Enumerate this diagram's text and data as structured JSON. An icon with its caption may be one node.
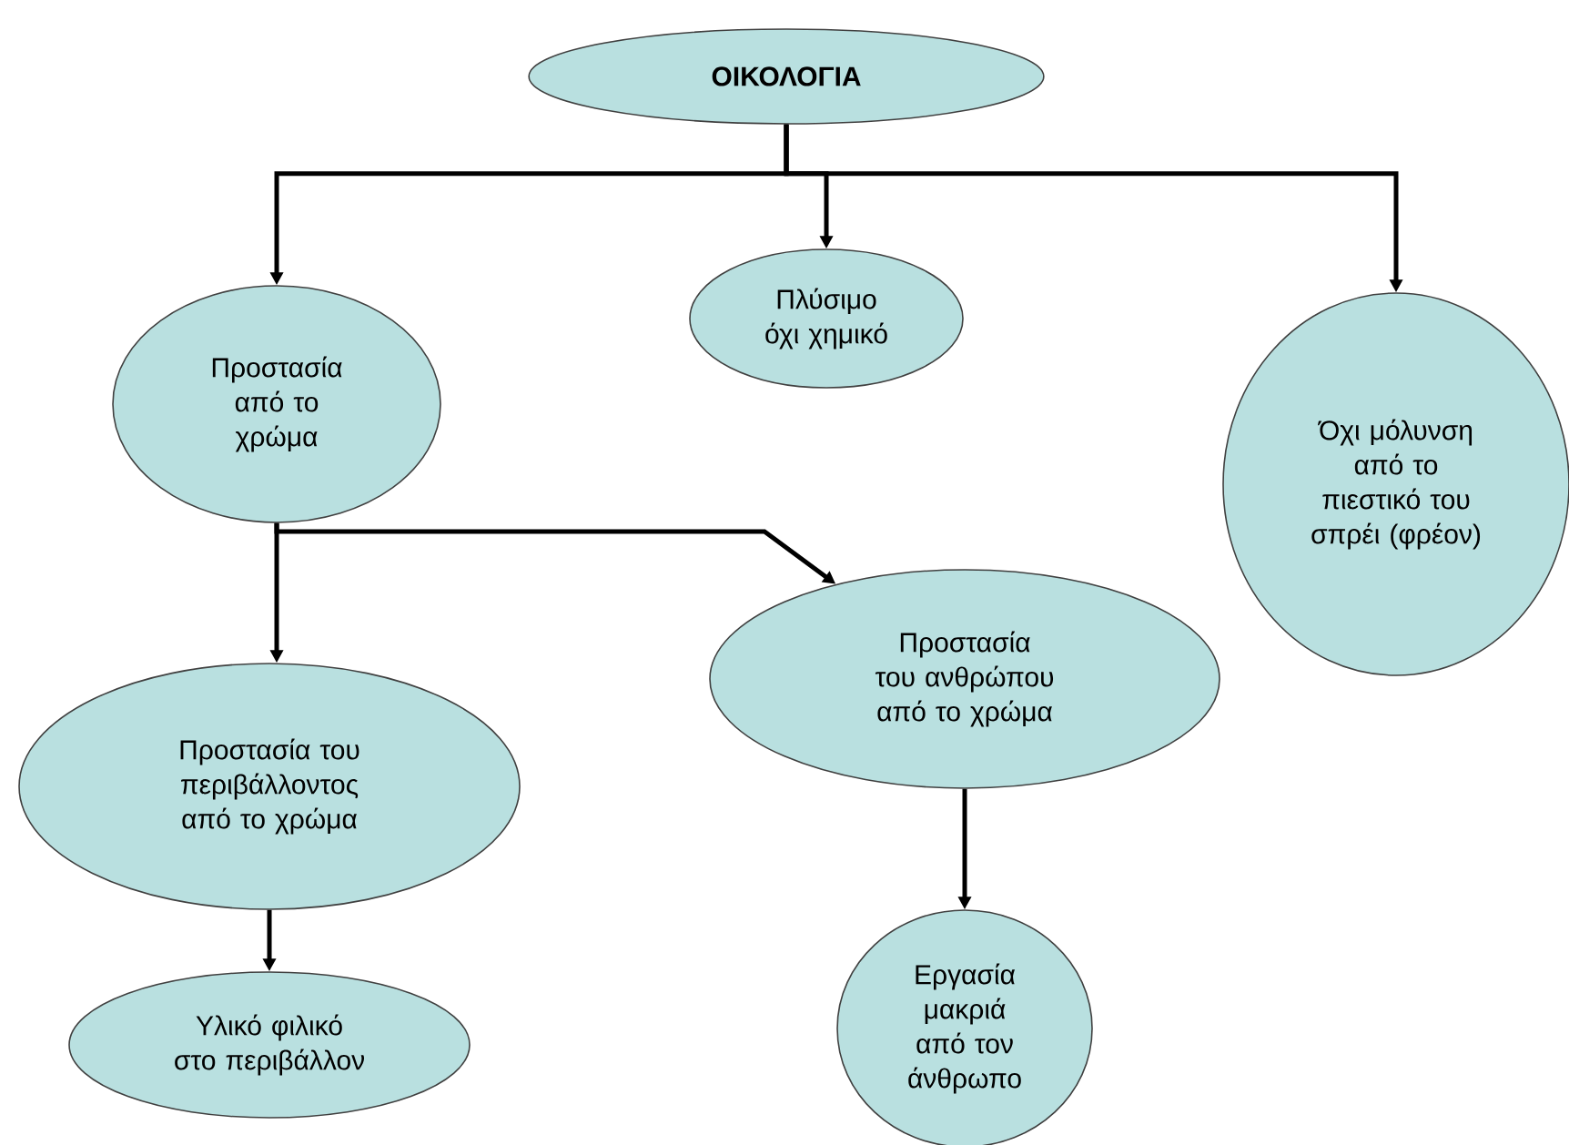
{
  "diagram": {
    "nodes": [
      {
        "text": [
          "ΟΙΚΟΛΟΓΙΑ"
        ]
      },
      {
        "text": [
          "Προστασία από το χρώμα"
        ]
      },
      {
        "text": [
          "Πλύσιμο όχι χημικό"
        ]
      },
      {
        "text": [
          "Όχι μόλυνση από το πιεστικό του σπρέι (φρέον)"
        ]
      },
      {
        "text": [
          "Προστασία του ανθρώπου από το χρώμα"
        ]
      },
      {
        "text": [
          "Προστασία του περιβάλλοντος από το χρώμα"
        ]
      },
      {
        "text": [
          "Υλικό φιλικό στο περιβάλλον"
        ]
      },
      {
        "text": [
          "Εργασία μακριά από τον άνθρωπο"
        ]
      }
    ],
    "edges": [
      {
        "from": 0,
        "to": 1,
        "arrow": "to"
      },
      {
        "from": 0,
        "to": 2,
        "arrow": "to"
      },
      {
        "from": 0,
        "to": 3,
        "arrow": "to"
      },
      {
        "from": 1,
        "to": 5,
        "arrow": "to"
      },
      {
        "from": 1,
        "to": 4,
        "arrow": "to"
      },
      {
        "from": 5,
        "to": 6,
        "arrow": "to"
      },
      {
        "from": 4,
        "to": 7,
        "arrow": "to"
      }
    ]
  }
}
